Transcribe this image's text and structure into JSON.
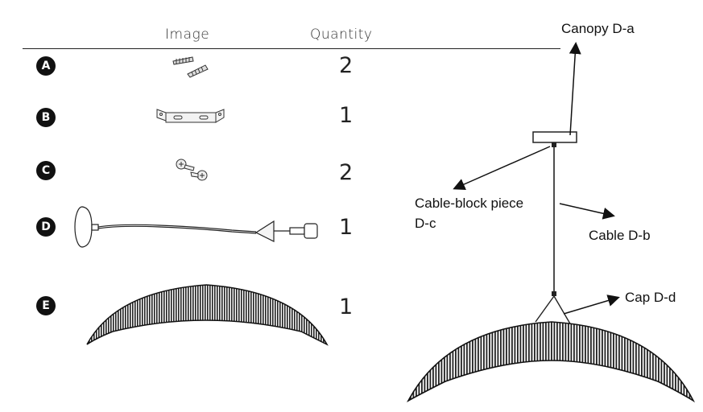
{
  "table": {
    "header_image": "Image",
    "header_quantity": "Quantity",
    "rows": [
      {
        "letter": "A",
        "quantity": "2",
        "icon": "wall-anchors-icon"
      },
      {
        "letter": "B",
        "quantity": "1",
        "icon": "mounting-bracket-icon"
      },
      {
        "letter": "C",
        "quantity": "2",
        "icon": "screws-icon"
      },
      {
        "letter": "D",
        "quantity": "1",
        "icon": "canopy-cable-assembly-icon"
      },
      {
        "letter": "E",
        "quantity": "1",
        "icon": "dome-shade-icon"
      }
    ]
  },
  "diagram": {
    "labels": {
      "canopy": "Canopy D-a",
      "cable_block_line1": "Cable-block piece",
      "cable_block_line2": "D-c",
      "cable": "Cable D-b",
      "cap": "Cap D-d"
    }
  }
}
